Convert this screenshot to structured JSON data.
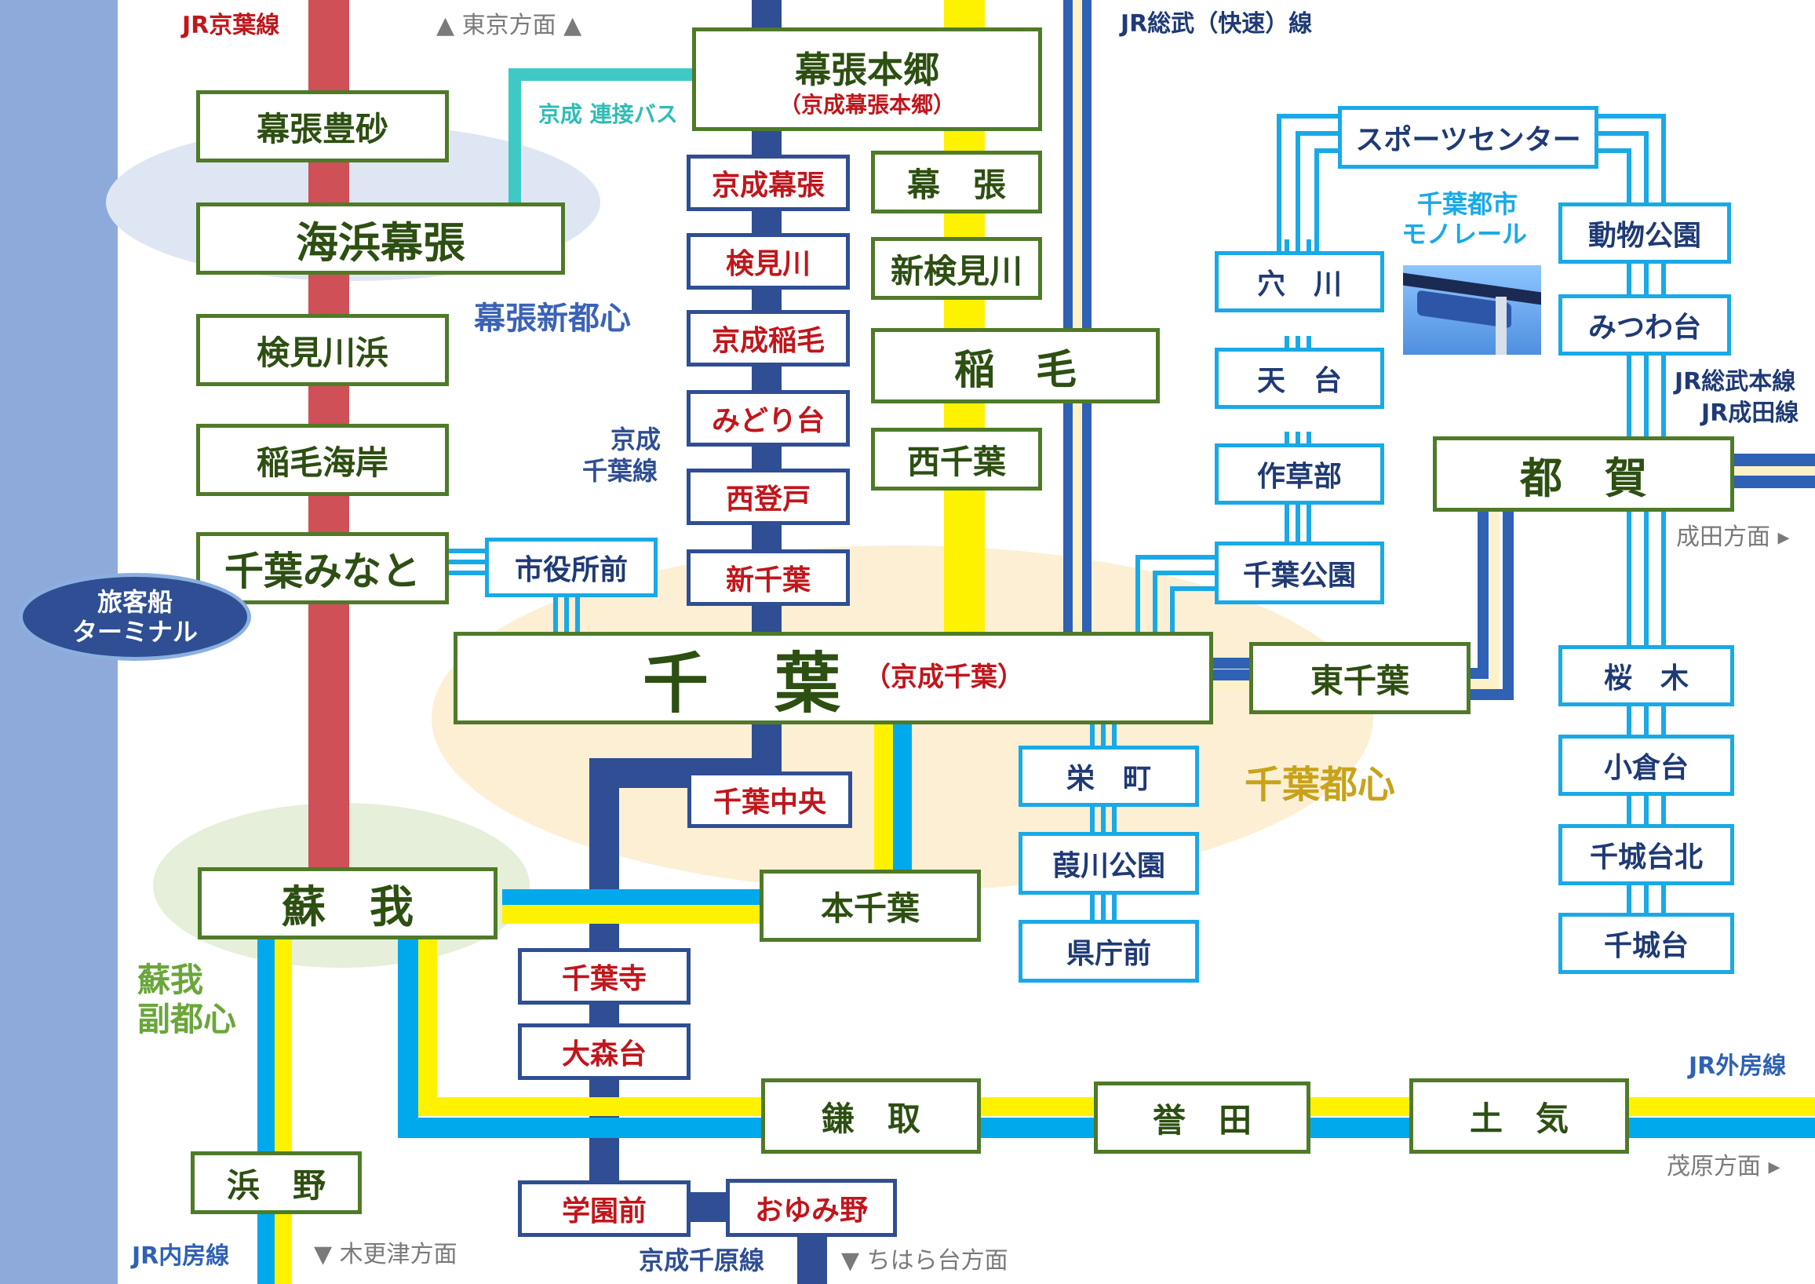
{
  "stations": {
    "makuhari_toyosuna": "幕張豊砂",
    "kaihin_makuhari": "海浜幕張",
    "kemigawahama": "検見川浜",
    "inage_kaigan": "稲毛海岸",
    "chiba_minato": "千葉みなと",
    "soga": "蘇　我",
    "hamano": "浜　野",
    "makuhari_hongo": "幕張本郷",
    "makuhari_hongo_sub": "（京成幕張本郷）",
    "makuhari": "幕　張",
    "shin_kemigawa": "新検見川",
    "inage": "稲　毛",
    "nishi_chiba": "西千葉",
    "chiba": "千　葉",
    "chiba_sub": "（京成千葉）",
    "higashi_chiba": "東千葉",
    "tsuga": "都　賀",
    "hon_chiba": "本千葉",
    "kamatori": "鎌　取",
    "honda": "誉　田",
    "toke": "土　気",
    "keisei_makuhari": "京成幕張",
    "kemigawa": "検見川",
    "keisei_inage": "京成稲毛",
    "midoridai": "みどり台",
    "nishinoboto": "西登戸",
    "shin_chiba": "新千葉",
    "chiba_chuo": "千葉中央",
    "chibadera": "千葉寺",
    "omoridai": "大森台",
    "gakuenmae": "学園前",
    "oyumino": "おゆみ野",
    "shiyakushomae": "市役所前",
    "sakaecho": "栄　町",
    "yoshikawa_koen": "葭川公園",
    "kenchomae": "県庁前",
    "chiba_koen": "千葉公園",
    "sakusabe": "作草部",
    "tendai": "天　台",
    "anagawa": "穴　川",
    "sports_center": "スポーツセンター",
    "dobutsu_koen": "動物公園",
    "mitsuwadai": "みつわ台",
    "sakuragi": "桜　木",
    "oguradai": "小倉台",
    "chishirodai_kita": "千城台北",
    "chishirodai": "千城台"
  },
  "lines": {
    "jr_keiyo": "JR京葉線",
    "jr_sobu_rapid": "JR総武（快速）線",
    "keisei_chiba_l1": "京成",
    "keisei_chiba_l2": "千葉線",
    "keisei_bus": "京成 連接バス",
    "monorail_l1": "千葉都市",
    "monorail_l2": "モノレール",
    "jr_sobu_main": "JR総武本線",
    "jr_narita": "JR成田線",
    "jr_sotobo": "JR外房線",
    "jr_uchibo": "JR内房線",
    "keisei_chihara": "京成千原線"
  },
  "directions": {
    "tokyo": "▲ 東京方面 ▲",
    "narita": "成田方面 ▸",
    "mobara": "茂原方面 ▸",
    "kisarazu": "▼ 木更津方面",
    "chiharadai": "▼ ちはら台方面"
  },
  "areas": {
    "makuhari_shintoshin": "幕張新都心",
    "chiba_toshin": "千葉都心",
    "soga_l1": "蘇我",
    "soga_l2": "副都心"
  },
  "ferry": {
    "l1": "旅客船",
    "l2": "ターミナル"
  },
  "colors": {
    "jr_keiyo": "#cf5057",
    "jr_sobu": "#2f61b5",
    "jr_yellow": "#fff200",
    "jr_skyblue": "#00a9ec",
    "keisei": "#2f4e93",
    "monorail": "#19a9e6",
    "jr_station_border": "#4f7a28",
    "keisei_station_text": "#c0161c",
    "sea": "#8eaadb",
    "makuhari_zone": "#dfe6f3",
    "chiba_zone": "#fcefd4",
    "soga_zone": "#e5efd9",
    "bus": "#3ec9c4"
  }
}
